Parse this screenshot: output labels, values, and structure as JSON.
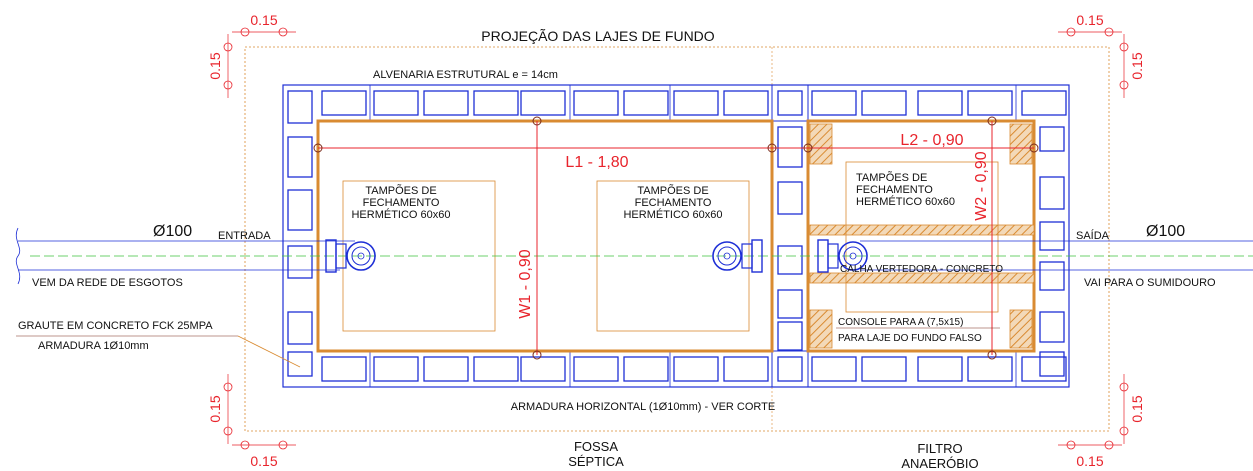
{
  "labels": {
    "projecao": "PROJEÇÃO DAS LAJES DE FUNDO",
    "alvenaria": "ALVENARIA ESTRUTURAL  e = 14cm",
    "l1": "L1 - 1,80",
    "l2": "L2 - 0,90",
    "w1": "W1 - 0,90",
    "w2": "W2 - 0,90",
    "tampoes": [
      "TAMPÕES DE",
      "FECHAMENTO",
      "HERMÉTICO 60x60"
    ],
    "entrada": "ENTRADA",
    "saida": "SAÍDA",
    "pipe_in": "Ø100",
    "pipe_out": "Ø100",
    "vem": "VEM DA REDE DE ESGOTOS",
    "vai": "VAI PARA O SUMIDOURO",
    "calha": "CALHA VERTEDORA - CONCRETO",
    "console1": "CONSOLE PARA A (7,5x15)",
    "console2": "PARA LAJE DO FUNDO FALSO",
    "graute": "GRAUTE EM CONCRETO FCK 25MPA",
    "armadura1": "ARMADURA 1Ø10mm",
    "armadura_h": "ARMADURA HORIZONTAL (1Ø10mm) - VER CORTE",
    "fossa": [
      "FOSSA",
      "SÉPTICA"
    ],
    "filtro": [
      "FILTRO",
      "ANAERÓBIO"
    ],
    "dim": "0.15"
  },
  "colors": {
    "blue": "#1e2fd6",
    "red": "#e8242c",
    "orange": "#d98b32",
    "green": "#3ec43e",
    "dark": "#7a2a1a",
    "text": "#111111"
  }
}
